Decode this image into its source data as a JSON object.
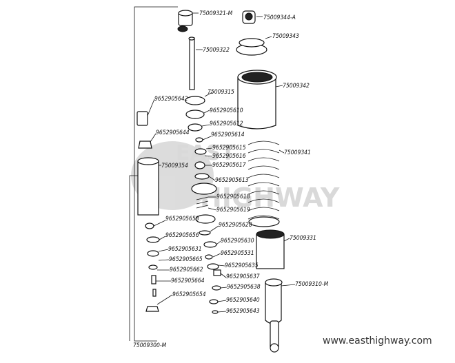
{
  "assembly_label": "75009300-M",
  "watermark": {
    "logo_text_top": "EAST",
    "logo_text_bottom": "HIGHWAY",
    "url": "www.easthighway.com"
  },
  "labels": [
    "75009321-M",
    "75009344-A",
    "75009343",
    "75009322",
    "75009342",
    "75009315",
    "9652905642",
    "9652905610",
    "9652905612",
    "9652905644",
    "9652905614",
    "9652905615",
    "9652905616",
    "9652905617",
    "75009341",
    "75009354",
    "9652905613",
    "9652905618",
    "9652905619",
    "9652905658",
    "9652905628",
    "9652905656",
    "9652905630",
    "75009331",
    "9652905631",
    "9652905665",
    "9652905531",
    "9652905662",
    "9652905635",
    "9652905637",
    "9652905664",
    "9652905638",
    "75009310-M",
    "9652905654",
    "9652905640",
    "9652905643"
  ]
}
